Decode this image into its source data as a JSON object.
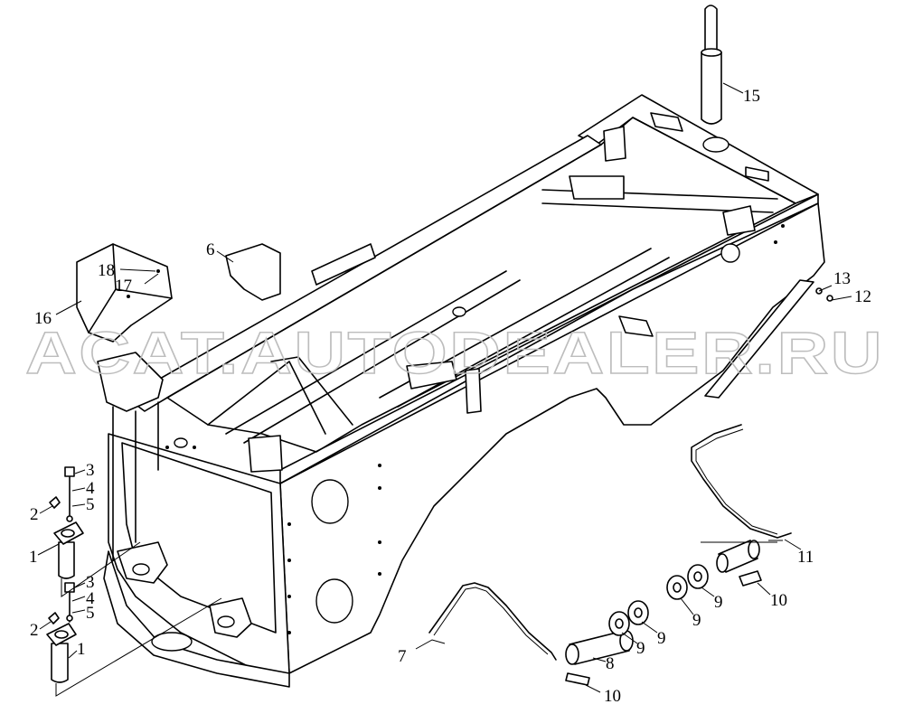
{
  "watermark": "ACAT.AUTODEALER.RU",
  "callouts": [
    {
      "id": "c15",
      "text": "15"
    },
    {
      "id": "c6",
      "text": "6"
    },
    {
      "id": "c18",
      "text": "18"
    },
    {
      "id": "c17",
      "text": "17"
    },
    {
      "id": "c16",
      "text": "16"
    },
    {
      "id": "c13",
      "text": "13"
    },
    {
      "id": "c12",
      "text": "12"
    },
    {
      "id": "c3a",
      "text": "3"
    },
    {
      "id": "c4a",
      "text": "4"
    },
    {
      "id": "c5a",
      "text": "5"
    },
    {
      "id": "c2a",
      "text": "2"
    },
    {
      "id": "c1a",
      "text": "1"
    },
    {
      "id": "c3b",
      "text": "3"
    },
    {
      "id": "c4b",
      "text": "4"
    },
    {
      "id": "c5b",
      "text": "5"
    },
    {
      "id": "c2b",
      "text": "2"
    },
    {
      "id": "c1b",
      "text": "1"
    },
    {
      "id": "c11",
      "text": "11"
    },
    {
      "id": "c10a",
      "text": "10"
    },
    {
      "id": "c9a",
      "text": "9"
    },
    {
      "id": "c9b",
      "text": "9"
    },
    {
      "id": "c9c",
      "text": "9"
    },
    {
      "id": "c9d",
      "text": "9"
    },
    {
      "id": "c8",
      "text": "8"
    },
    {
      "id": "c7",
      "text": "7"
    },
    {
      "id": "c10b",
      "text": "10"
    }
  ]
}
